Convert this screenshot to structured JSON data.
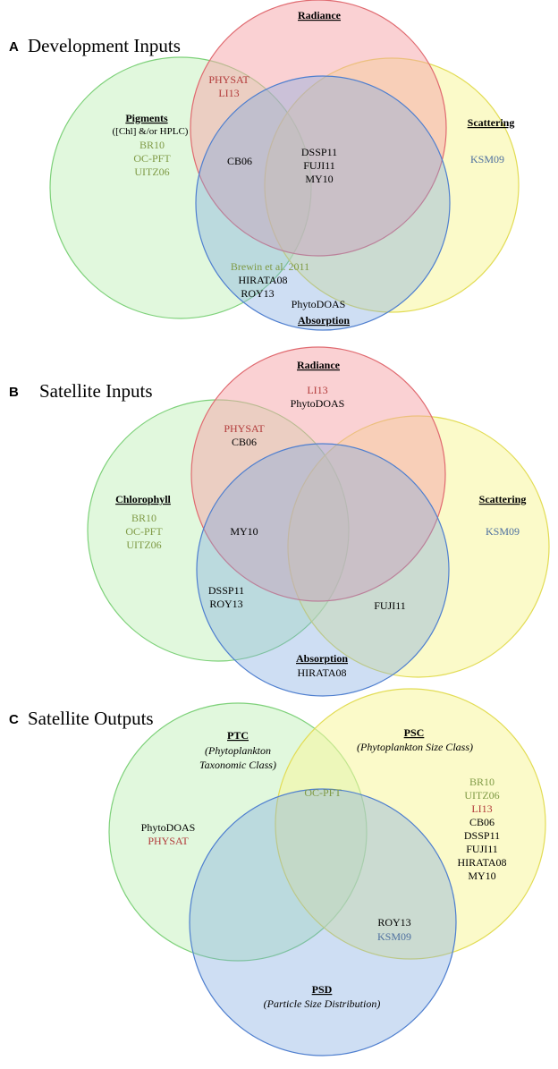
{
  "colors": {
    "green_fill": "#c9f2c1",
    "green_stroke": "#7ed17a",
    "red_fill": "#f6a3a8",
    "red_stroke": "#e06a70",
    "yellow_fill": "#f8f59c",
    "yellow_stroke": "#e2dc55",
    "blue_fill": "#7fa7df",
    "blue_stroke": "#4f7fcf",
    "text_black": "#000000",
    "text_olive": "#7f9a45",
    "text_red": "#b23a3a",
    "text_blue": "#4d6f9f"
  },
  "panels": {
    "a": {
      "letter": "A",
      "title": "Development Inputs",
      "radiance_label": "Radiance",
      "pigments_label": "Pigments",
      "pigments_sub": "([Chl] &/or HPLC)",
      "scattering_label": "Scattering",
      "absorption_label": "Absorption",
      "items": {
        "physat": "PHYSAT",
        "li13": "LI13",
        "br10": "BR10",
        "ocpft": "OC-PFT",
        "uitz06": "UITZ06",
        "cb06": "CB06",
        "dssp11": "DSSP11",
        "fuji11": "FUJI11",
        "my10": "MY10",
        "ksm09": "KSM09",
        "brewin": "Brewin et al. 2011",
        "hirata08": "HIRATA08",
        "roy13": "ROY13",
        "phytodoas": "PhytoDOAS"
      }
    },
    "b": {
      "letter": "B",
      "title": "Satellite Inputs",
      "radiance_label": "Radiance",
      "chlorophyll_label": "Chlorophyll",
      "scattering_label": "Scattering",
      "absorption_label": "Absorption",
      "items": {
        "li13": "LI13",
        "phytodoas": "PhytoDOAS",
        "physat": "PHYSAT",
        "cb06": "CB06",
        "br10": "BR10",
        "ocpft": "OC-PFT",
        "uitz06": "UITZ06",
        "my10": "MY10",
        "ksm09": "KSM09",
        "dssp11": "DSSP11",
        "roy13": "ROY13",
        "fuji11": "FUJI11",
        "hirata08": "HIRATA08"
      }
    },
    "c": {
      "letter": "C",
      "title": "Satellite Outputs",
      "ptc_label": "PTC",
      "ptc_sub1": "(Phytoplankton",
      "ptc_sub2": "Taxonomic Class)",
      "psc_label": "PSC",
      "psc_sub": "(Phytoplankton Size Class)",
      "psd_label": "PSD",
      "psd_sub": "(Particle Size Distribution)",
      "items": {
        "phytodoas": "PhytoDOAS",
        "physat": "PHYSAT",
        "ocpft": "OC-PFT",
        "br10": "BR10",
        "uitz06": "UITZ06",
        "li13": "LI13",
        "cb06": "CB06",
        "dssp11": "DSSP11",
        "fuji11": "FUJI11",
        "hirata08": "HIRATA08",
        "my10": "MY10",
        "roy13": "ROY13",
        "ksm09": "KSM09"
      }
    }
  }
}
